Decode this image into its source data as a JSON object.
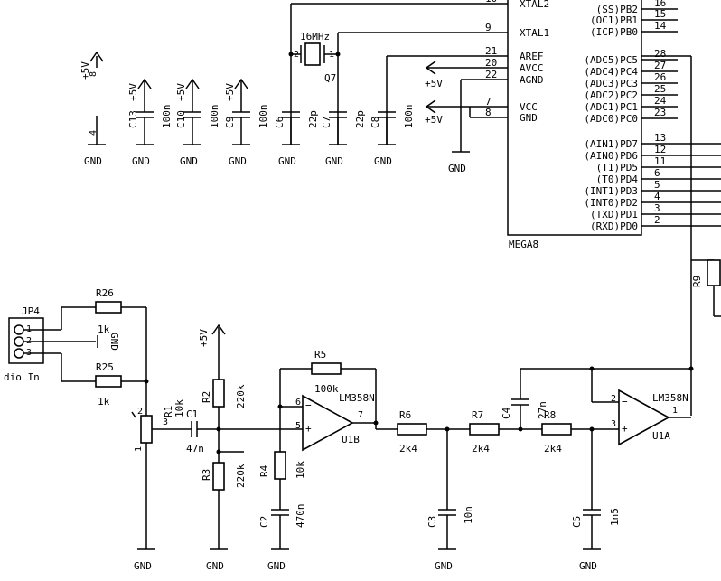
{
  "ic": {
    "name": "MEGA8",
    "left_pins": [
      {
        "num": "10",
        "label": "XTAL2"
      },
      {
        "num": "9",
        "label": "XTAL1"
      },
      {
        "num": "21",
        "label": "AREF"
      },
      {
        "num": "20",
        "label": "AVCC"
      },
      {
        "num": "22",
        "label": "AGND"
      },
      {
        "num": "7",
        "label": "VCC"
      },
      {
        "num": "8",
        "label": "GND"
      }
    ],
    "right_pins": [
      {
        "num": "16",
        "label": "(SS)PB2"
      },
      {
        "num": "15",
        "label": "(OC1)PB1"
      },
      {
        "num": "14",
        "label": "(ICP)PB0"
      },
      {
        "num": "28",
        "label": "(ADC5)PC5"
      },
      {
        "num": "27",
        "label": "(ADC4)PC4"
      },
      {
        "num": "26",
        "label": "(ADC3)PC3"
      },
      {
        "num": "25",
        "label": "(ADC2)PC2"
      },
      {
        "num": "24",
        "label": "(ADC1)PC1"
      },
      {
        "num": "23",
        "label": "(ADC0)PC0"
      },
      {
        "num": "13",
        "label": "(AIN1)PD7"
      },
      {
        "num": "12",
        "label": "(AIN0)PD6"
      },
      {
        "num": "11",
        "label": "(T1)PD5"
      },
      {
        "num": "6",
        "label": "(T0)PD4"
      },
      {
        "num": "5",
        "label": "(INT1)PD3"
      },
      {
        "num": "4",
        "label": "(INT0)PD2"
      },
      {
        "num": "3",
        "label": "(TXD)PD1"
      },
      {
        "num": "2",
        "label": "(RXD)PD0"
      }
    ]
  },
  "supply_pin": {
    "pin_num": "8",
    "rail": "+5V",
    "gnd_pin": "4"
  },
  "decoupling": [
    {
      "name": "C13",
      "value": "100n",
      "rail": "+5V"
    },
    {
      "name": "C10",
      "value": "100n",
      "rail": "+5V"
    },
    {
      "name": "C9",
      "value": "100n",
      "rail": "+5V"
    },
    {
      "name": "C6",
      "value": "22p"
    },
    {
      "name": "C7",
      "value": "22p"
    },
    {
      "name": "C8",
      "value": "100n"
    }
  ],
  "crystal": {
    "name": "Q7",
    "value": "16MHz",
    "pin_left": "2",
    "pin_right": "1"
  },
  "vcc_labels": [
    "+5V",
    "+5V"
  ],
  "gnd_label": "GND",
  "jp4": {
    "name": "JP4",
    "pins": [
      "1",
      "2",
      "3"
    ],
    "caption": "dio In",
    "gnd": "GND"
  },
  "resistors": [
    {
      "name": "R26",
      "value": "1k"
    },
    {
      "name": "R25",
      "value": "1k"
    },
    {
      "name": "R1",
      "value": "10k"
    },
    {
      "name": "R2",
      "value": "220k"
    },
    {
      "name": "R3",
      "value": "220k"
    },
    {
      "name": "R4",
      "value": "10k"
    },
    {
      "name": "R5",
      "value": "100k"
    },
    {
      "name": "R6",
      "value": "2k4"
    },
    {
      "name": "R7",
      "value": "2k4"
    },
    {
      "name": "R8",
      "value": "2k4"
    },
    {
      "name": "R9",
      "value": ""
    }
  ],
  "caps": [
    {
      "name": "C1",
      "value": "47n"
    },
    {
      "name": "C2",
      "value": "470n"
    },
    {
      "name": "C3",
      "value": "10n"
    },
    {
      "name": "C4",
      "value": "27n"
    },
    {
      "name": "C5",
      "value": "1n5"
    }
  ],
  "opamps": [
    {
      "name": "U1B",
      "part": "LM358N",
      "inv_pin": "6",
      "noninv_pin": "5",
      "out_pin": "7"
    },
    {
      "name": "U1A",
      "part": "LM358N",
      "inv_pin": "2",
      "noninv_pin": "3",
      "out_pin": "1"
    }
  ],
  "pot_pins": [
    "1",
    "2",
    "3"
  ],
  "analog_rail": "+5V"
}
